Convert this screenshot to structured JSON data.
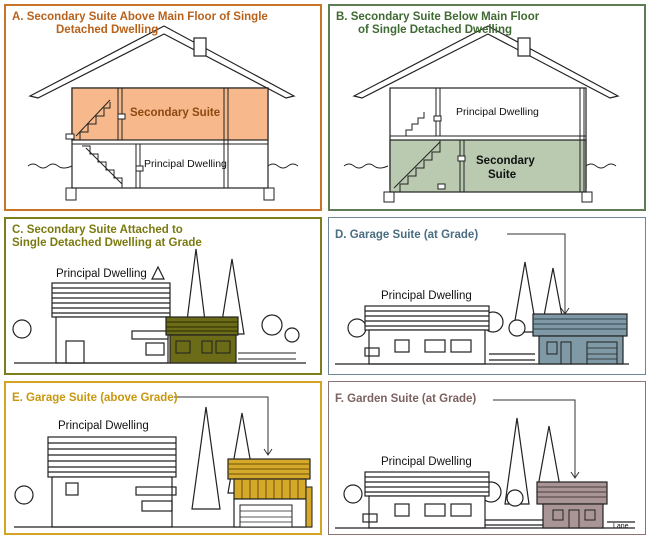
{
  "panels": {
    "a": {
      "title_line1": "A. Secondary Suite Above Main Floor of Single",
      "title_line2": "Detached Dwelling",
      "label_suite": "Secondary Suite",
      "label_principal": "Principal Dwelling",
      "title_color": "#b8621b",
      "fill_color": "#f7b98b"
    },
    "b": {
      "title_line1": "B. Secondary Suite Below Main Floor",
      "title_line2": "of Single Detached Dwelling",
      "label_principal": "Principal Dwelling",
      "label_suite_line1": "Secondary",
      "label_suite_line2": "Suite",
      "title_color": "#3f6a33",
      "fill_color": "#b9cab0"
    },
    "c": {
      "title_line1": "C. Secondary Suite Attached to",
      "title_line2": "Single Detached Dwelling at Grade",
      "label_principal": "Principal Dwelling",
      "title_color": "#7a7a10",
      "suite_color": "#6b6b18"
    },
    "d": {
      "title": "D. Garage Suite (at Grade)",
      "label_principal": "Principal Dwelling",
      "title_color": "#4a6d80",
      "suite_color": "#7f9aa6"
    },
    "e": {
      "title": "E. Garage Suite (above Grade)",
      "label_principal": "Principal Dwelling",
      "title_color": "#c9970e",
      "suite_color": "#d6a92a"
    },
    "f": {
      "title": "F. Garden Suite (at Grade)",
      "label_principal": "Principal Dwelling",
      "label_lane": "Lane",
      "title_color": "#7d6262",
      "suite_color": "#a99595"
    }
  }
}
